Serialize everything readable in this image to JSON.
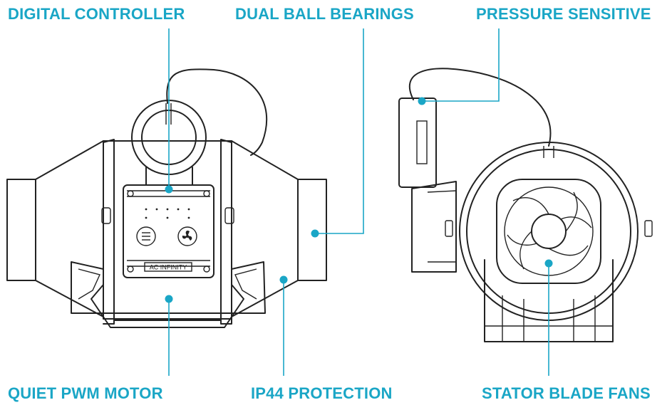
{
  "accent_color": "#1aa6c6",
  "labels": {
    "digital_controller": "DIGITAL CONTROLLER",
    "dual_ball_bearings": "DUAL BALL BEARINGS",
    "pressure_sensitive": "PRESSURE SENSITIVE",
    "quiet_pwm_motor": "QUIET PWM MOTOR",
    "ip44_protection": "IP44 PROTECTION",
    "stator_blade_fans": "STATOR BLADE FANS"
  },
  "device": {
    "brand_plate": "AC INFINITY"
  },
  "icons": {
    "menu_button": "menu-icon",
    "fan_button": "fan-icon"
  }
}
